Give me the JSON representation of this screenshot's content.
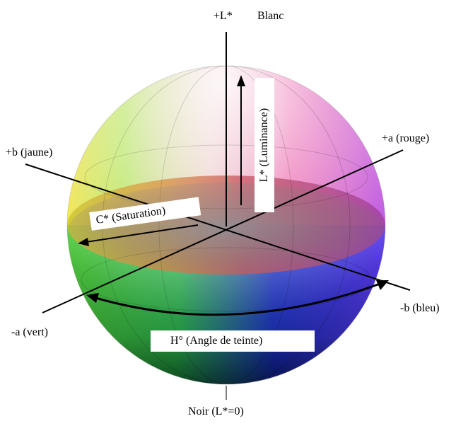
{
  "labels": {
    "l_plus": "+L*",
    "blanc": "Blanc",
    "b_plus": "+b (jaune)",
    "a_plus": "+a (rouge)",
    "a_minus": "-a (vert)",
    "b_minus": "-b (bleu)",
    "noir": "Noir (L*=0)",
    "luminance": "L* (Luminance)",
    "saturation": "C* (Saturation)",
    "hue": "H° (Angle de teinte)"
  },
  "colors": {
    "axis": "#000000",
    "label_box": "#ffffff",
    "hue_red": "#e0205a",
    "hue_yellow": "#f2e020",
    "hue_green": "#1fcc2a",
    "hue_blue": "#2838e8",
    "hue_magenta": "#c030d8",
    "white_pole": "#ffffff",
    "black_pole": "#000000"
  }
}
